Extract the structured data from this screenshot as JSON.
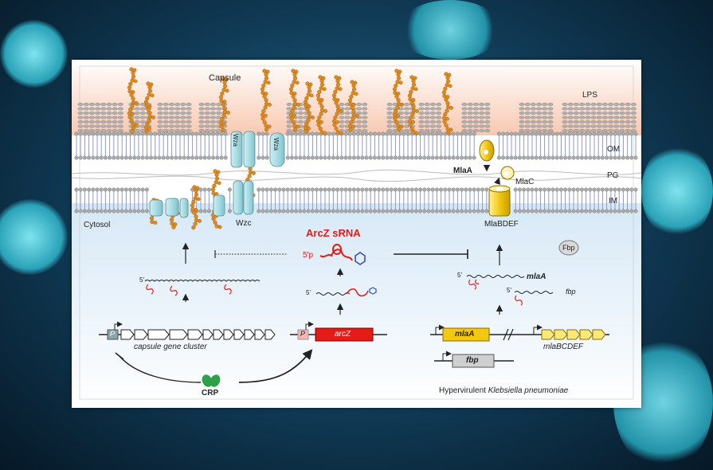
{
  "labels": {
    "capsule": "Capsule",
    "lps": "LPS",
    "om": "OM",
    "pg": "PG",
    "im": "IM",
    "cytosol": "Cytosol",
    "wza_1": "Wza",
    "wza_2": "Wza",
    "wzc": "Wzc",
    "mlaa_protein": "MlaA",
    "mlac": "MlaC",
    "mlabdef": "MlaBDEF",
    "fbp_protein": "Fbp",
    "arcz_srna": "ArcZ sRNA",
    "arcz_5p": "5'p",
    "five_prime_1": "5'",
    "five_prime_2": "5'",
    "five_prime_3": "5'",
    "five_prime_4": "5'",
    "mlaa_mrna": "mlaA",
    "fbp_mrna": "fbp",
    "promoter_1": "P",
    "promoter_2": "P",
    "capsule_gene_cluster": "capsule gene cluster",
    "arcz_gene": "arcZ",
    "mlaa_gene": "mlaA",
    "mlabcdef_gene": "mlaBCDEF",
    "fbp_gene": "fbp",
    "crp": "CRP",
    "organism_prefix": "Hypervirulent ",
    "organism_name": "Klebsiella pneumoniae"
  },
  "colors": {
    "capsule_bead": "#e08a1e",
    "lipid_head": "#a9a9a9",
    "membrane_core": "#8e9bc8",
    "transporter": "#a8dce3",
    "mla_yellow": "#f2c811",
    "arcz_red": "#e41b17",
    "crp_green": "#2ea04a",
    "promoter_blue": "#8aa3ad",
    "promoter_pink": "#f5b7b1"
  }
}
